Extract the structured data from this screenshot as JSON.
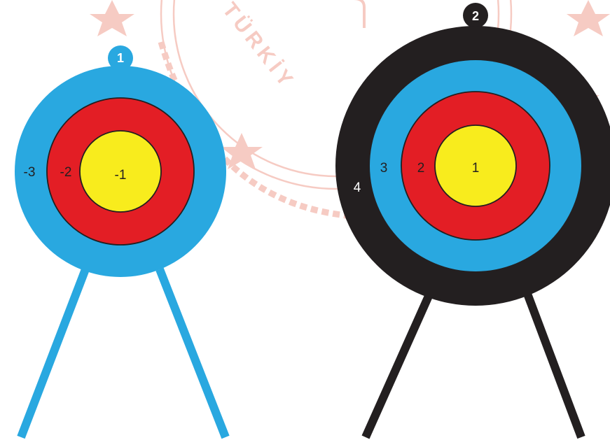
{
  "watermark": {
    "seal_text": "TÜRKİY",
    "seal_color": "#f6c6bd"
  },
  "targets": [
    {
      "number": "1",
      "color_outer": "#29a8e0",
      "ring_labels": {
        "outer": "-3",
        "middle": "-2",
        "inner": "-1"
      }
    },
    {
      "number": "2",
      "color_outer": "#231f20",
      "ring_labels": {
        "outermost": "4",
        "outer": "3",
        "middle": "2",
        "inner": "1"
      }
    }
  ],
  "colors": {
    "blue": "#29a8e0",
    "red": "#e31e25",
    "yellow": "#f8ec1d",
    "black": "#231f20"
  }
}
